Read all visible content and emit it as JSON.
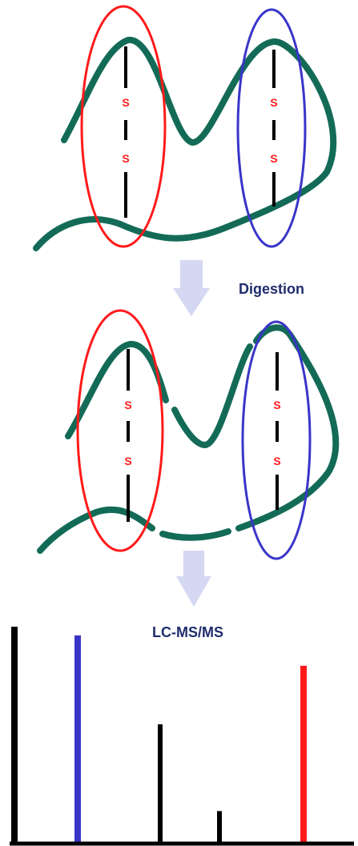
{
  "labels": {
    "step1": "Digestion",
    "step2": "LC-MS/MS"
  },
  "disulfide": {
    "atom": "S"
  },
  "colors": {
    "protein": "#136b57",
    "bond": "#000000",
    "sulfur": "#ff1a1a",
    "ellipse_left": "#ff1a1a",
    "ellipse_right": "#3a35c8",
    "arrow": "#d4d8f2",
    "label": "#1f2d6b",
    "peak_default": "#000000",
    "peak_blue": "#3a35c8",
    "peak_red": "#ff1a1a"
  },
  "chart_data": {
    "type": "bar",
    "peaks": [
      {
        "rel_intensity": 1.0,
        "color": "#000000"
      },
      {
        "rel_intensity": 0.96,
        "color": "#3a35c8"
      },
      {
        "rel_intensity": 0.55,
        "color": "#000000"
      },
      {
        "rel_intensity": 0.15,
        "color": "#000000"
      },
      {
        "rel_intensity": 0.82,
        "color": "#ff1a1a"
      }
    ]
  }
}
